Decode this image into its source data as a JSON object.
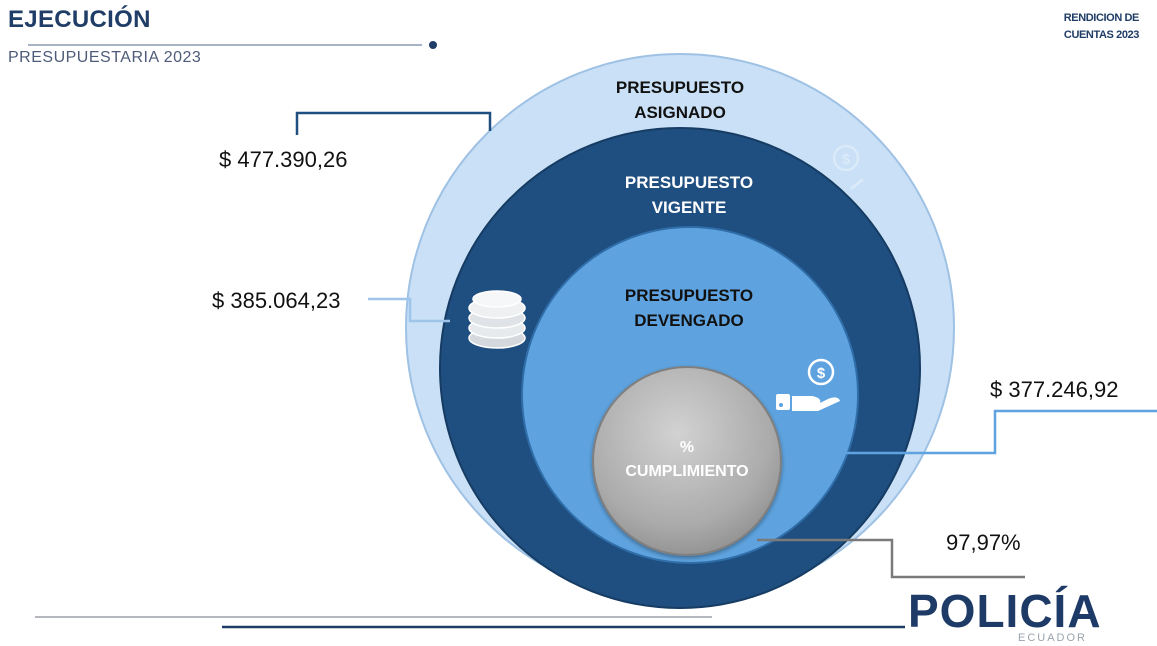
{
  "header": {
    "title": "EJECUCIÓN",
    "subtitle": "PRESUPUESTARIA 2023",
    "corner_line1": "RENDICION DE",
    "corner_line2": "CUENTAS 2023"
  },
  "rings": {
    "asignado": {
      "label_line1": "PRESUPUESTO",
      "label_line2": "ASIGNADO",
      "amount": "$ 477.390,26",
      "color": "#c9e0f6"
    },
    "vigente": {
      "label_line1": "PRESUPUESTO",
      "label_line2": "VIGENTE",
      "amount": "$ 385.064,23",
      "color": "#1f4e80"
    },
    "devengado": {
      "label_line1": "PRESUPUESTO",
      "label_line2": "DEVENGADO",
      "amount": "$ 377.246,92",
      "color": "#5ea3df"
    },
    "cumplimiento": {
      "label_line1": "%",
      "label_line2": "CUMPLIMIENTO",
      "amount": "97,97%",
      "color": "#b3b3b3"
    }
  },
  "icons": [
    "dollar-coin-icon",
    "coin-stack-icon",
    "hand-dollar-icon"
  ],
  "logo": {
    "name": "POLICÍA",
    "sub": "ECUADOR",
    "color": "#1e3a66"
  }
}
